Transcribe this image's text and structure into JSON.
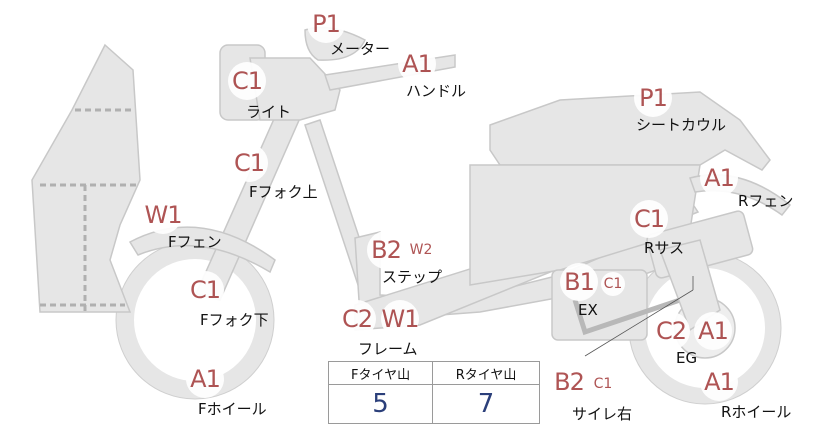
{
  "colors": {
    "part_fill": "#e6e6e6",
    "part_stroke": "#c8c8c8",
    "badge_text": "#a94848",
    "value_text": "#2b3f7a"
  },
  "parts": {
    "meter": {
      "label": "メーター",
      "grades": [
        "P1"
      ]
    },
    "handle": {
      "label": "ハンドル",
      "grades": [
        "A1"
      ]
    },
    "light": {
      "label": "ライト",
      "grades": [
        "C1"
      ]
    },
    "ffork_up": {
      "label": "Fフォク上",
      "grades": [
        "C1"
      ]
    },
    "ffender": {
      "label": "Fフェン",
      "grades": [
        "W1"
      ]
    },
    "ffork_lo": {
      "label": "Fフォク下",
      "grades": [
        "C1"
      ]
    },
    "fwheel": {
      "label": "Fホイール",
      "grades": [
        "A1"
      ]
    },
    "step": {
      "label": "ステップ",
      "grades": [
        "B2",
        "W2"
      ]
    },
    "frame": {
      "label": "フレーム",
      "grades": [
        "C2",
        "W1"
      ]
    },
    "seatcowl": {
      "label": "シートカウル",
      "grades": [
        "P1"
      ]
    },
    "rfender": {
      "label": "Rフェン",
      "grades": [
        "A1"
      ]
    },
    "rsus": {
      "label": "Rサス",
      "grades": [
        "C1"
      ]
    },
    "ex": {
      "label": "EX",
      "grades": [
        "B1",
        "C1"
      ]
    },
    "eg": {
      "label": "EG",
      "grades": [
        "C2",
        "A1"
      ]
    },
    "rwheel": {
      "label": "Rホイール",
      "grades": [
        "A1"
      ]
    },
    "muffler": {
      "label": "サイレ右",
      "grades": [
        "B2",
        "C1"
      ]
    }
  },
  "tires": {
    "front": {
      "header": "Fタイヤ山",
      "value": "5"
    },
    "rear": {
      "header": "Rタイヤ山",
      "value": "7"
    }
  }
}
